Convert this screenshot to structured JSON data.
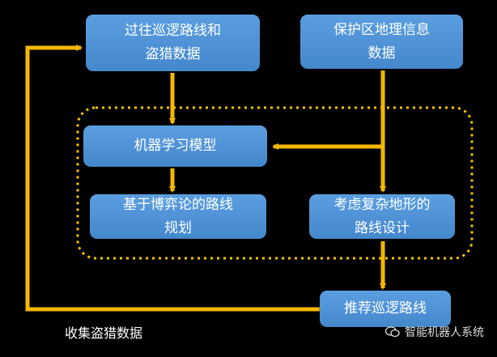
{
  "nodes": {
    "history": "过往巡逻路线和\n盗猎数据",
    "geo": "保护区地理信息\n数据",
    "ml": "机器学习模型",
    "game": "基于博弈论的路线\n规划",
    "terrain": "考虑复杂地形的\n路线设计",
    "recommend": "推荐巡逻路线"
  },
  "edge_label": "收集盗猎数据",
  "watermark": "智能机器人系统",
  "colors": {
    "background": "#000000",
    "box": "#4a90d9",
    "arrow": "#f5b800",
    "text": "#ffffff"
  }
}
